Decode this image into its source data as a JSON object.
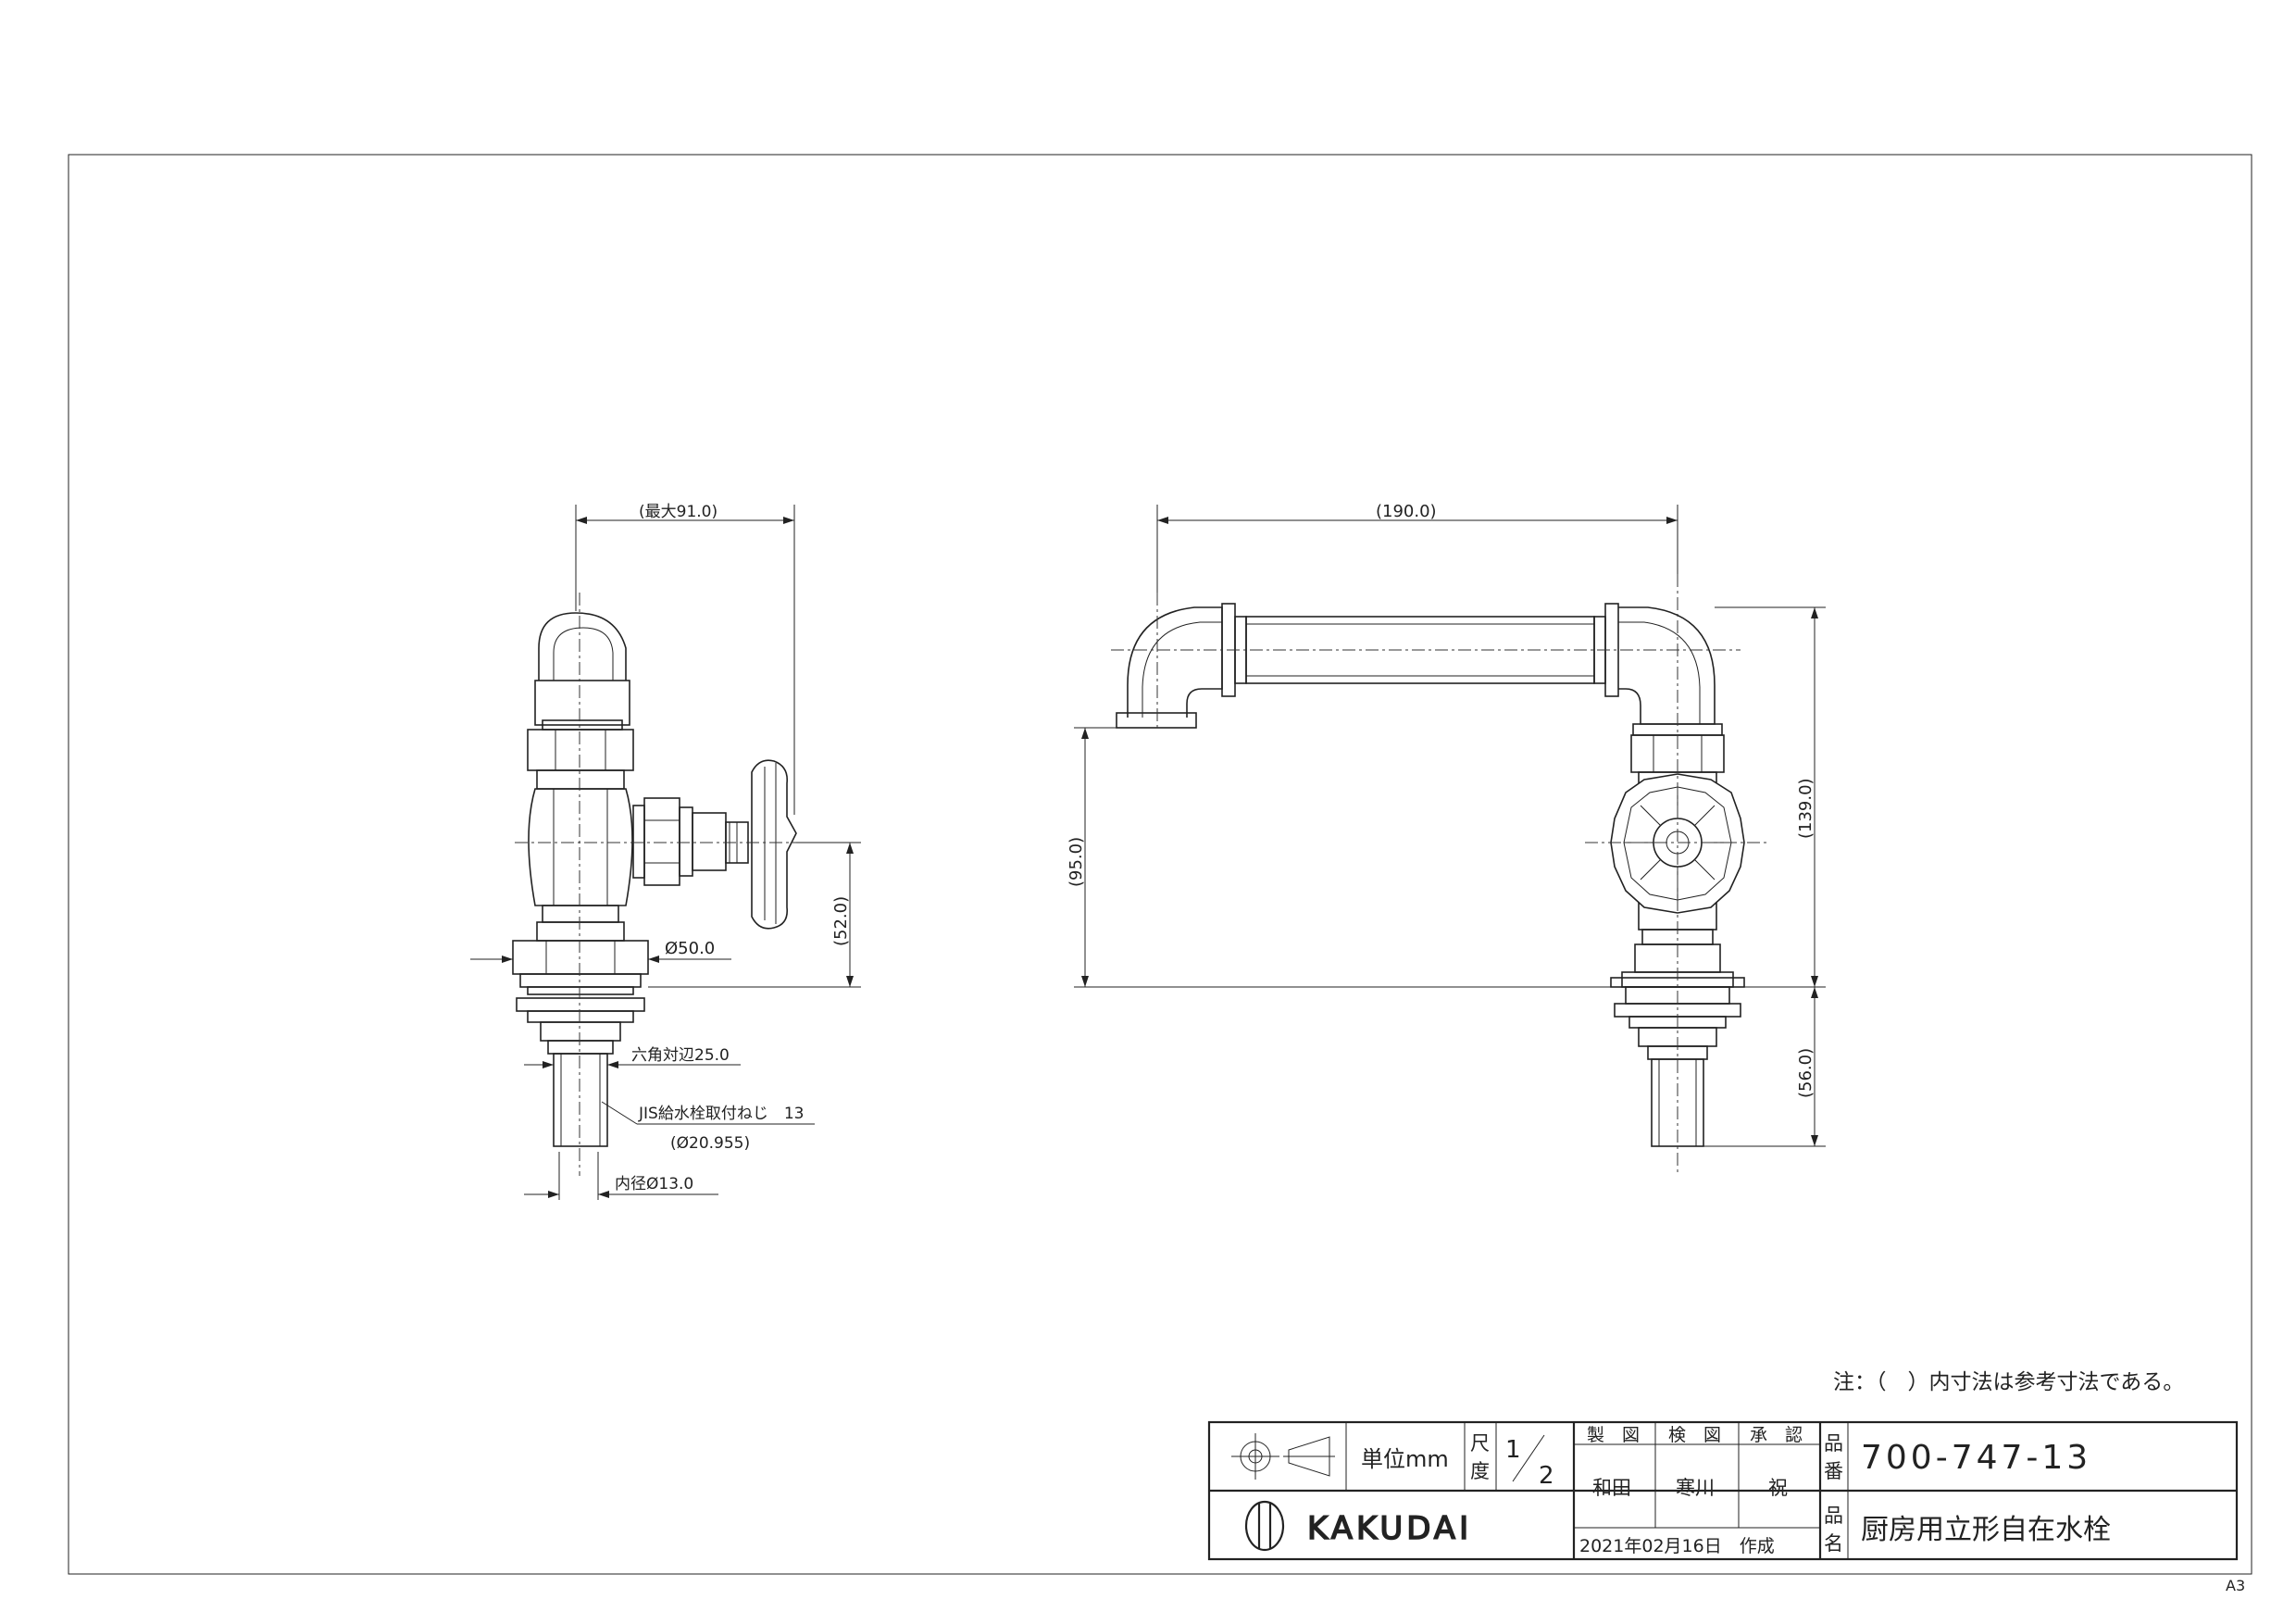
{
  "sheet": {
    "size_label": "A3",
    "note": "注：（　）内寸法は参考寸法である。"
  },
  "dimensions": {
    "max_width": "(最大91.0)",
    "flange_dia": "Ø50.0",
    "hex_size": "六角対辺25.0",
    "thread": "JIS給水栓取付ねじ　13",
    "thread_dia": "(Ø20.955)",
    "inner_dia": "内径Ø13.0",
    "handle_height": "(52.0)",
    "spout_length": "(190.0)",
    "spout_height": "(95.0)",
    "total_height": "(139.0)",
    "shank_length": "(56.0)"
  },
  "title_block": {
    "unit_label": "単位mm",
    "scale_label_1": "尺",
    "scale_label_2": "度",
    "scale_num": "1",
    "scale_den": "2",
    "roles": [
      "製　図",
      "検　図",
      "承　認"
    ],
    "names": [
      "和田",
      "寒川",
      "祝"
    ],
    "date": "2021年02月16日　作成",
    "part_no_label_1": "品",
    "part_no_label_2": "番",
    "part_no": "700-747-13",
    "part_name_label_1": "品",
    "part_name_label_2": "名",
    "part_name": "厨房用立形自在水栓",
    "brand": "KAKUDAI"
  }
}
